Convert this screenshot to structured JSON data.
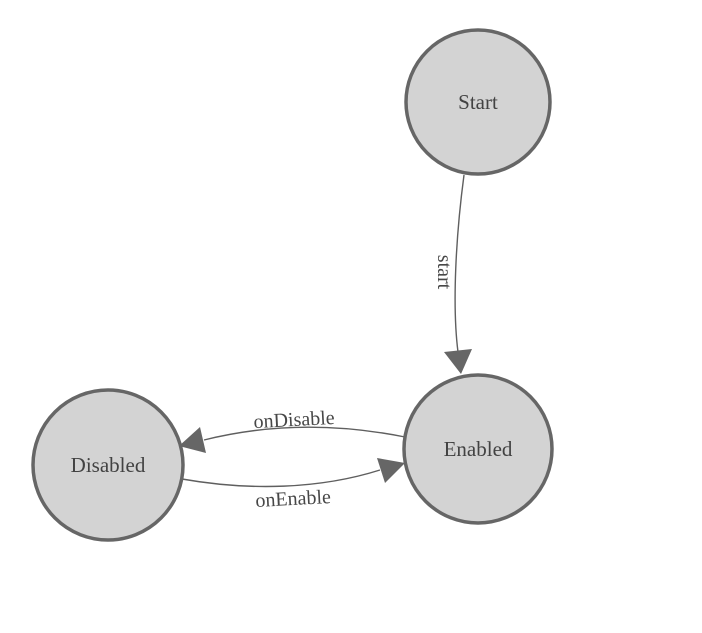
{
  "diagram": {
    "type": "state-diagram",
    "background_color": "#ffffff",
    "colors": {
      "node_fill": "#d3d3d3",
      "node_border": "#666666",
      "edge_line": "#5f5f5f",
      "arrowhead_fill": "#666666",
      "label_text": "#474747"
    },
    "nodes": [
      {
        "id": "Start",
        "label": "Start"
      },
      {
        "id": "Enabled",
        "label": "Enabled"
      },
      {
        "id": "Disabled",
        "label": "Disabled"
      }
    ],
    "edges": [
      {
        "from": "Start",
        "to": "Enabled",
        "label": "start"
      },
      {
        "from": "Enabled",
        "to": "Disabled",
        "label": "onDisable"
      },
      {
        "from": "Disabled",
        "to": "Enabled",
        "label": "onEnable"
      }
    ]
  }
}
